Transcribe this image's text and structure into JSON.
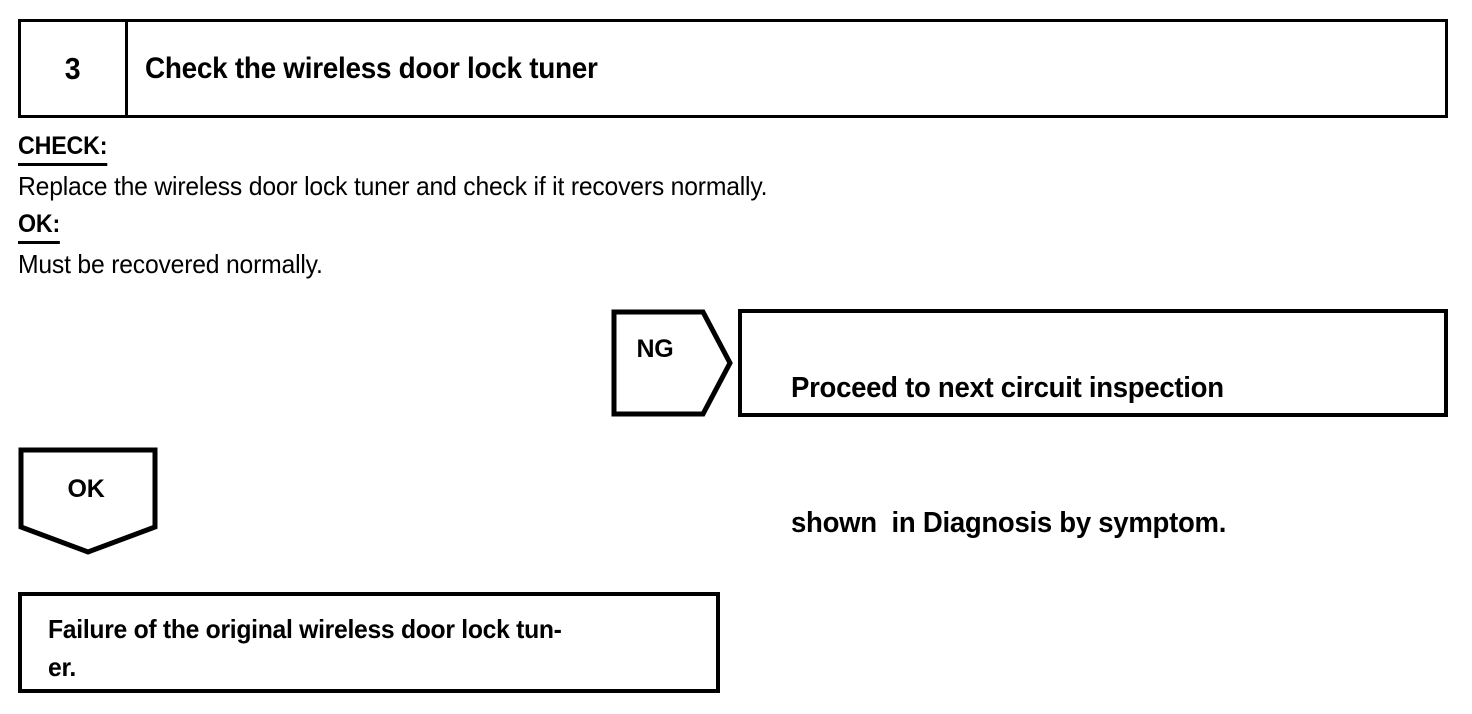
{
  "step_header": {
    "number": "3",
    "title": "Check the wireless door lock tuner"
  },
  "instructions": {
    "check_label": "CHECK:",
    "check_text": "Replace the wireless door lock tuner and check if it recovers normally.",
    "ok_label": "OK:",
    "ok_text": "Must be recovered normally."
  },
  "ng_branch": {
    "marker_label": "NG",
    "result_line_1": "Proceed to next circuit inspection",
    "result_line_2": "shown  in Diagnosis by symptom."
  },
  "ok_branch": {
    "marker_label": "OK",
    "conclusion_line_1": "Failure of the original wireless door lock tun-",
    "conclusion_line_2": "er."
  },
  "colors": {
    "ink": "#000000",
    "page": "#ffffff"
  }
}
